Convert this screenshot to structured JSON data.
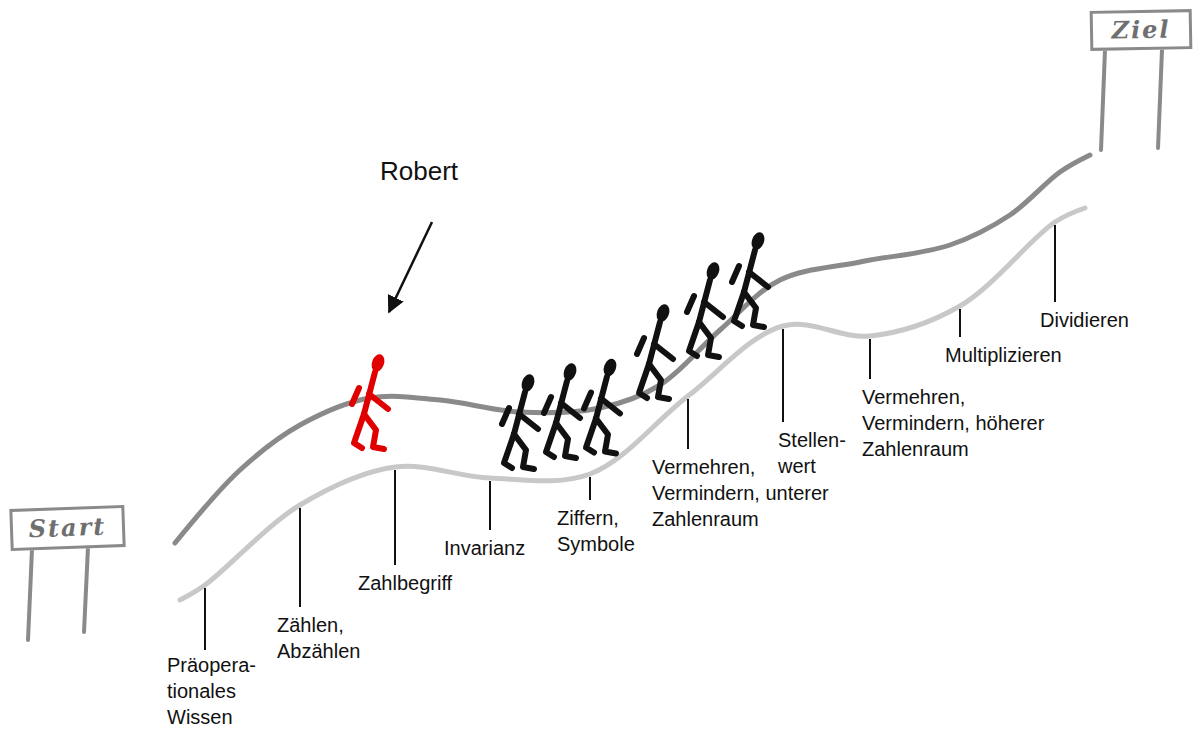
{
  "diagram": {
    "nodes": [
      {
        "text": [
          "Start"
        ]
      },
      {
        "text": [
          "Ziel"
        ]
      }
    ],
    "labels": [
      "Robert",
      "Präopera- tionales Wissen",
      "Zählen, Abzählen",
      "Zahlbegriff",
      "Invarianz",
      "Ziffern, Symbole",
      "Vermehren, Vermindern, unterer Zahlenraum",
      "Stellen- wert",
      "Vermehren, Vermindern, höherer Zahlenraum",
      "Multiplizieren",
      "Dividieren"
    ]
  }
}
